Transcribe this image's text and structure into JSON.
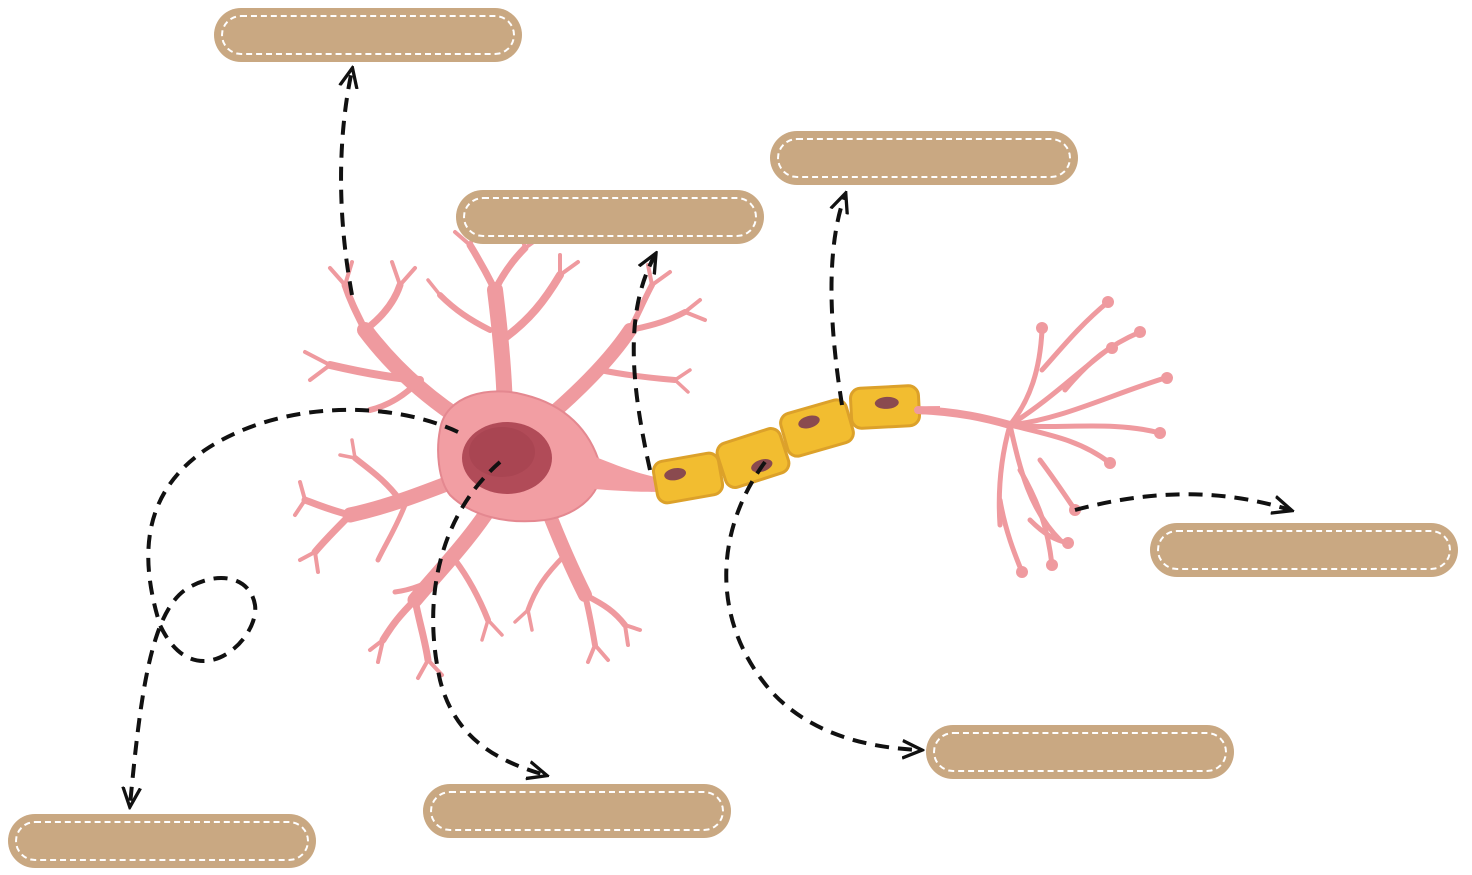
{
  "labels": [
    {
      "id": "label-1",
      "text": ""
    },
    {
      "id": "label-2",
      "text": ""
    },
    {
      "id": "label-3",
      "text": ""
    },
    {
      "id": "label-4",
      "text": ""
    },
    {
      "id": "label-5",
      "text": ""
    },
    {
      "id": "label-6",
      "text": ""
    },
    {
      "id": "label-7",
      "text": ""
    }
  ],
  "colors": {
    "neuron": "#ef9a9f",
    "neuron_stroke": "#e07e86",
    "soma": "#f29ea3",
    "nucleus": "#b14b58",
    "myelin": "#f2bd30",
    "myelin_edge": "#dca12a",
    "myelin_nucleus": "#8a4a4f",
    "label_fill": "#c9a882",
    "arrow": "#111111"
  },
  "icons": [
    "neuron-illustration",
    "dashed-arrow",
    "loop-arrow"
  ]
}
